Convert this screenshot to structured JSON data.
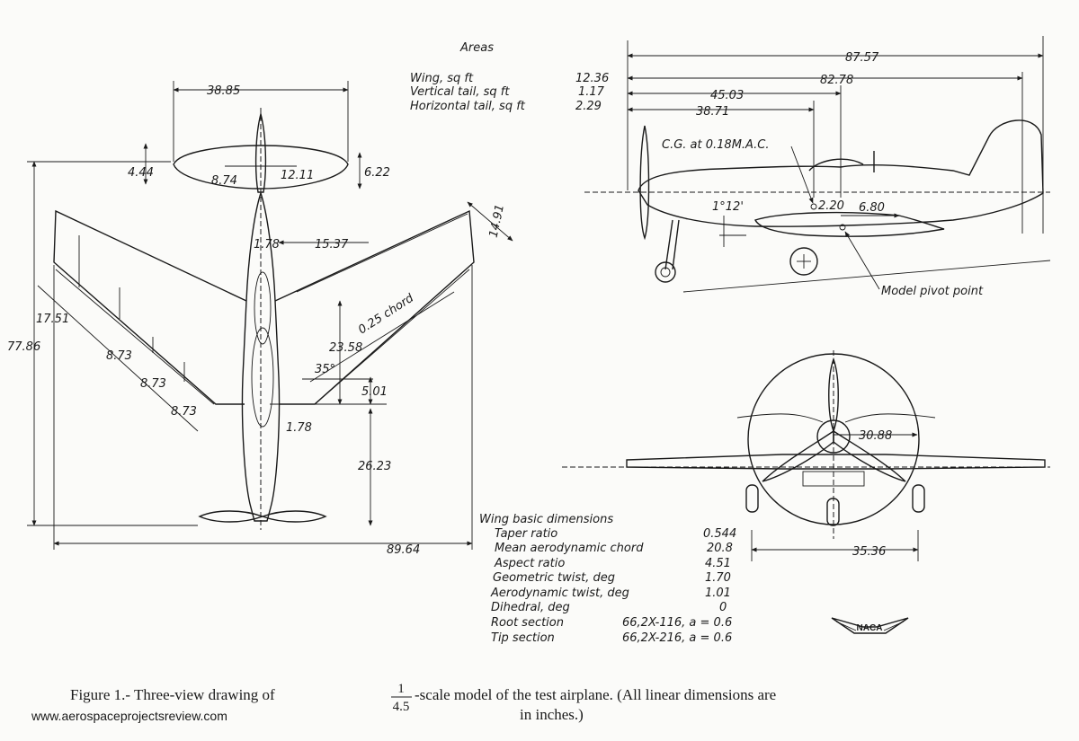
{
  "areas": {
    "title": "Areas",
    "rows": [
      {
        "label": "Wing, sq ft",
        "value": "12.36"
      },
      {
        "label": "Vertical tail, sq ft",
        "value": "1.17"
      },
      {
        "label": "Horizontal tail, sq ft",
        "value": "2.29"
      }
    ]
  },
  "plan_view": {
    "dims": {
      "tail_span": "38.85",
      "d444": "4.44",
      "d874": "8.74",
      "d1211": "12.11",
      "d622": "6.22",
      "d178a": "1.78",
      "d1537": "15.37",
      "d1491": "14.91",
      "d1751": "17.51",
      "d873a": "8.73",
      "d873b": "8.73",
      "d873c": "8.73",
      "length": "77.86",
      "d2358": "23.58",
      "sweep": "35°",
      "d501": "5.01",
      "d178b": "1.78",
      "d2623": "26.23",
      "span": "89.64"
    },
    "quarter_chord_label": "0.25 chord"
  },
  "side_view": {
    "dims": {
      "d8757": "87.57",
      "d8278": "82.78",
      "d4503": "45.03",
      "d3871": "38.71",
      "d220": "2.20",
      "d680": "6.80",
      "d192": "1°12'"
    },
    "cg_label": "C.G. at 0.18M.A.C.",
    "pivot_label": "Model pivot point"
  },
  "front_view": {
    "dims": {
      "d3088": "30.88",
      "d3536": "35.36"
    }
  },
  "wing_dimensions": {
    "title": "Wing basic dimensions",
    "rows": [
      {
        "label": "Taper ratio",
        "value": "0.544"
      },
      {
        "label": "Mean aerodynamic chord",
        "value": "20.8"
      },
      {
        "label": "Aspect ratio",
        "value": "4.51"
      },
      {
        "label": "Geometric twist, deg",
        "value": "1.70"
      },
      {
        "label": "Aerodynamic twist, deg",
        "value": "1.01"
      },
      {
        "label": "Dihedral, deg",
        "value": "0"
      },
      {
        "label": "Root section",
        "value": "66,2X-116, a = 0.6"
      },
      {
        "label": "Tip section",
        "value": "66,2X-216, a = 0.6"
      }
    ]
  },
  "logo_text": "NACA",
  "caption": {
    "prefix": "Figure 1.-  Three-view drawing of",
    "fraction_num": "1",
    "fraction_den": "4.5",
    "suffix": "-scale model of the test airplane.  (All linear dimensions are",
    "line2": "in inches.)"
  },
  "watermark": "www.aerospaceprojectsreview.com"
}
